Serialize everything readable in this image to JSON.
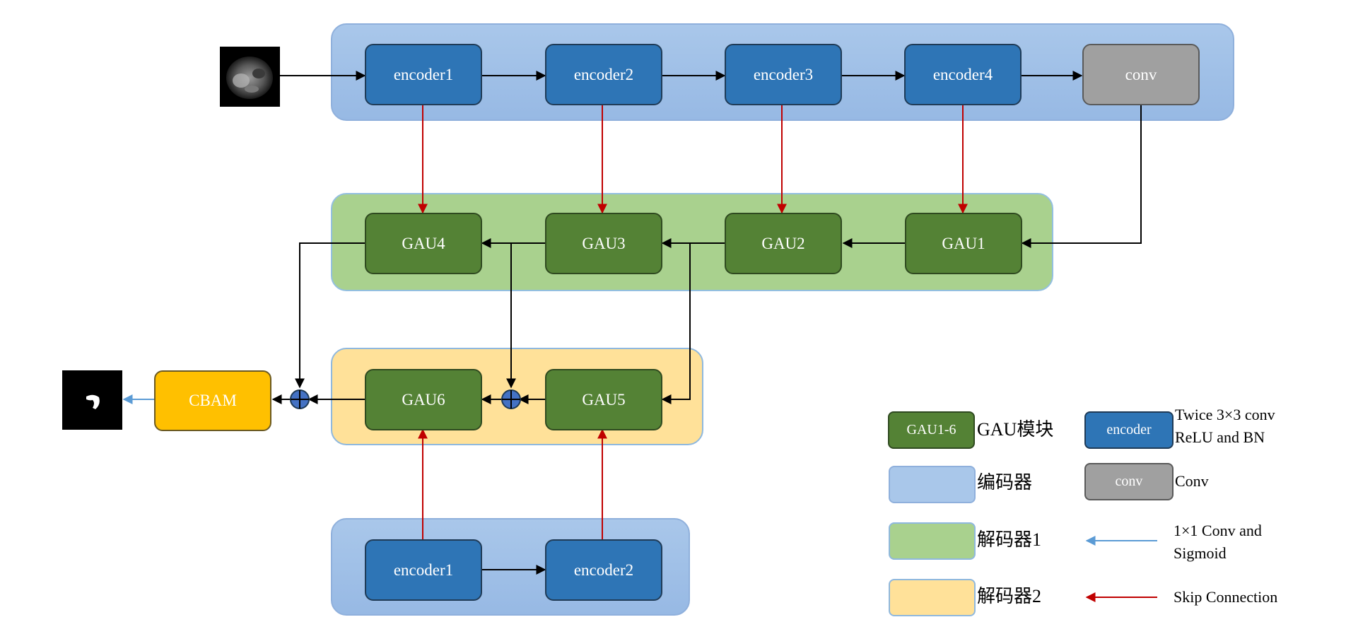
{
  "encoder_main": {
    "blocks": [
      "encoder1",
      "encoder2",
      "encoder3",
      "encoder4"
    ],
    "conv": "conv"
  },
  "decoder1": {
    "blocks": [
      "GAU4",
      "GAU3",
      "GAU2",
      "GAU1"
    ]
  },
  "decoder2": {
    "gau6": "GAU6",
    "gau5": "GAU5"
  },
  "cbam": "CBAM",
  "encoder_lower": {
    "blocks": [
      "encoder1",
      "encoder2"
    ]
  },
  "legend": {
    "gau_swatch": "GAU1-6",
    "gau_text": "GAU模块",
    "encoder_swatch": "encoder",
    "encoder_text_line1": "Twice 3×3 conv",
    "encoder_text_line2": "ReLU and BN",
    "encoder_panel_text": "编码器",
    "conv_swatch": "conv",
    "conv_text": "Conv",
    "decoder1_text": "解码器1",
    "sigmoid_text_line1": "1×1 Conv and",
    "sigmoid_text_line2": "Sigmoid",
    "decoder2_text": "解码器2",
    "skip_text": "Skip Connection"
  },
  "colors": {
    "encoder": "#2e75b6",
    "gau": "#548235",
    "conv": "#a0a0a0",
    "cbam": "#ffc000",
    "encoder_panel": "#9dbfe7",
    "decoder1_panel": "#a9d18e",
    "decoder2_panel": "#ffe199",
    "skip_arrow": "#c00000",
    "sigmoid_arrow": "#5b9bd5",
    "plus_node": "#4472c4"
  }
}
